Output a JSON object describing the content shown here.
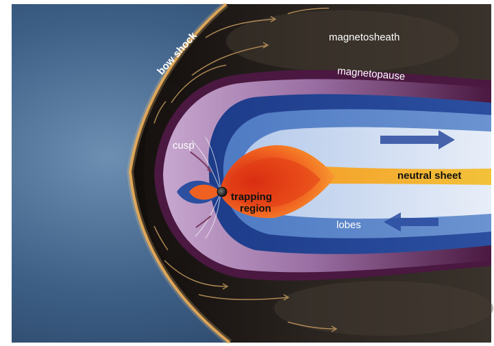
{
  "labels": {
    "bow_shock": "bow shock",
    "magnetosheath": "magnetosheath",
    "magnetopause": "magnetopause",
    "cusp": "cusp",
    "trapping_line1": "trapping",
    "trapping_line2": "region",
    "neutral_sheet": "neutral sheet",
    "lobes": "lobes"
  },
  "colors": {
    "space_blue": "#3d5f86",
    "dark_space": "#120f0d",
    "bow_shock_glow": "#e8a54a",
    "magnetopause_purple": "#9a6fa3",
    "magnetopause_dark": "#4a1840",
    "lobe_blue": "#2c4fa0",
    "lobe_light": "#e8eef8",
    "trapping_orange": "#f06020",
    "trapping_red": "#d02010",
    "neutral_sheet_yellow": "#f2b22a",
    "label_white": "#ffffff",
    "label_black": "#111111"
  }
}
